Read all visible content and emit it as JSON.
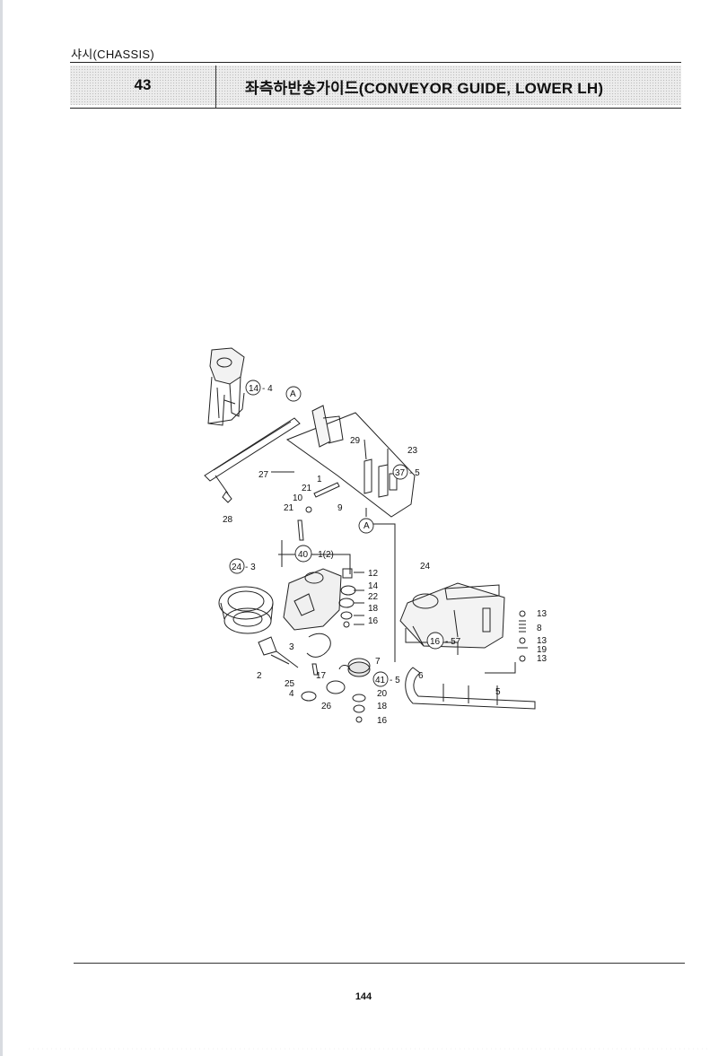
{
  "header": {
    "section": "샤시(CHASSIS)",
    "page_no": "43",
    "title": "좌측하반송가이드(CONVEYOR GUIDE, LOWER LH)"
  },
  "callouts": {
    "c14_4": "- 4",
    "c27": "27",
    "c28": "28",
    "cA1": "A",
    "c29": "29",
    "c23": "23",
    "c37_5": "- 5",
    "c1": "1",
    "c21a": "21",
    "c10": "10",
    "c21b": "21",
    "c9": "9",
    "cA2": "A",
    "c40_1_2": "- 1(2)",
    "c24_3": "- 3",
    "c12": "12",
    "c14": "14",
    "c22": "22",
    "c18a": "18",
    "c16a": "16",
    "c24": "24",
    "c13a": "13",
    "c8": "8",
    "c13b": "13",
    "c19": "19",
    "c13c": "13",
    "c16_57": "- 57",
    "c3": "3",
    "c2": "2",
    "c7": "7",
    "c17": "17",
    "c41_5": "- 5",
    "c25": "25",
    "c4": "4",
    "c26": "26",
    "c20": "20",
    "c18b": "18",
    "c16b": "16",
    "c6": "6",
    "c5": "5",
    "circ14": "14",
    "circ37": "37",
    "circ40": "40",
    "circ24": "24",
    "circ16": "16",
    "circ41": "41"
  },
  "footer": {
    "page_number": "144"
  }
}
